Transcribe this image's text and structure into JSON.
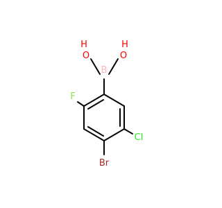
{
  "molecule": {
    "atoms": {
      "o1": {
        "symbol": "O",
        "h": "H",
        "color": "#ff0000",
        "h_color": "#ff0000"
      },
      "o2": {
        "symbol": "O",
        "h": "H",
        "color": "#ff0000",
        "h_color": "#ff0000"
      },
      "b": {
        "symbol": "B",
        "color": "#ffb5b5"
      },
      "f": {
        "symbol": "F",
        "color": "#90e050"
      },
      "cl": {
        "symbol": "Cl",
        "color": "#1ff01f"
      },
      "br": {
        "symbol": "Br",
        "color": "#a62929"
      }
    },
    "bond_color": "#000000"
  }
}
